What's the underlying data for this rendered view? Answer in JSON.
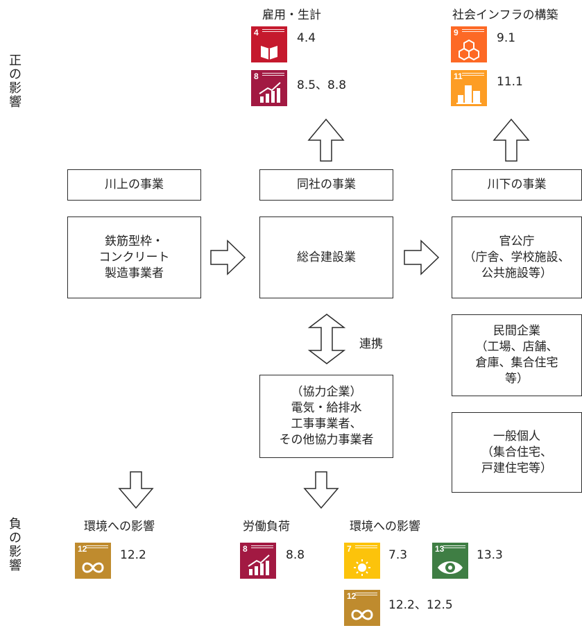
{
  "side_labels": {
    "positive": "正の影響",
    "negative": "負の影響"
  },
  "top_labels": {
    "employment": "雇用・生計",
    "infrastructure": "社会インフラの構築"
  },
  "headers": {
    "upstream": "川上の事業",
    "company": "同社の事業",
    "downstream": "川下の事業"
  },
  "boxes": {
    "supplier": "鉄筋型枠・\nコンクリート\n製造事業者",
    "general_construction": "総合建設業",
    "government": "官公庁\n（庁舎、学校施設、\n公共施設等）",
    "private_company": "民間企業\n（工場、店舗、\n倉庫、集合住宅\n等）",
    "individual": "一般個人\n（集合住宅、\n戸建住宅等）",
    "partners": "（協力企業）\n電気・給排水\n工事事業者、\nその他協力事業者"
  },
  "cooperation_label": "連携",
  "bottom_labels": {
    "env_left": "環境への影響",
    "labor": "労働負荷",
    "env_right": "環境への影響"
  },
  "sdg_targets": {
    "t4": "4.4",
    "t8_top": "8.5、8.8",
    "t9": "9.1",
    "t11": "11.1",
    "t12_left": "12.2",
    "t8_bottom": "8.8",
    "t7": "7.3",
    "t13": "13.3",
    "t12_bottom": "12.2、12.5"
  },
  "sdg_icons": {
    "goal4": {
      "number": "4",
      "color": "#C5192D"
    },
    "goal7": {
      "number": "7",
      "color": "#FCC30B"
    },
    "goal8": {
      "number": "8",
      "color": "#A21942"
    },
    "goal9": {
      "number": "9",
      "color": "#FD6925"
    },
    "goal11": {
      "number": "11",
      "color": "#FD9D24"
    },
    "goal12": {
      "number": "12",
      "color": "#BF8B2E"
    },
    "goal13": {
      "number": "13",
      "color": "#3F7E44"
    }
  }
}
